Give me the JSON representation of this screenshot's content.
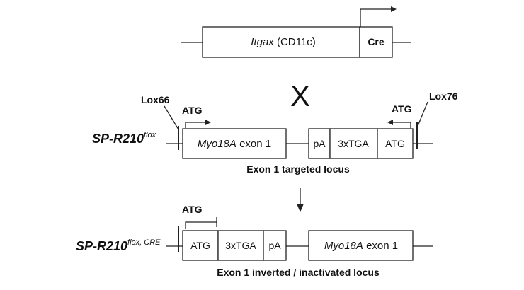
{
  "construct_top": {
    "gene_italic": "Itgax",
    "gene_plain": " (CD11c)",
    "cre": "Cre"
  },
  "cross_symbol": "X",
  "construct_middle": {
    "allele_base": "SP-R210",
    "allele_sup": "flox",
    "lox_left": "Lox66",
    "lox_right": "Lox76",
    "atg_left": "ATG",
    "atg_right": "ATG",
    "exon_italic": "Myo18A",
    "exon_plain": " exon 1",
    "pa": "pA",
    "tga": "3xTGA",
    "atg_box": "ATG",
    "caption": "Exon 1 targeted locus"
  },
  "arrow_down": "↓",
  "construct_bottom": {
    "allele_base": "SP-R210",
    "allele_sup": "flox, CRE",
    "atg_label": "ATG",
    "atg_box": "ATG",
    "tga": "3xTGA",
    "pa": "pA",
    "exon_italic": "Myo18A",
    "exon_plain": " exon 1",
    "caption": "Exon 1 inverted / inactivated locus"
  }
}
